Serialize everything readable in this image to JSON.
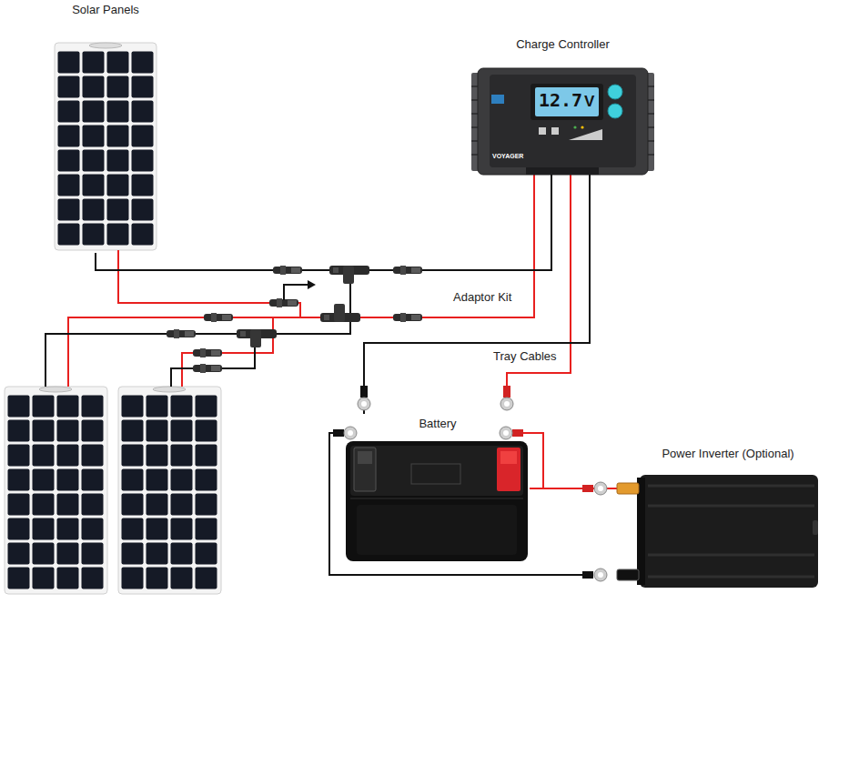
{
  "diagram": {
    "nodes": [
      {
        "text": [
          "Solar Panels"
        ]
      },
      {
        "text": [
          "Charge Controller"
        ]
      },
      {
        "text": [
          "Battery"
        ]
      },
      {
        "text": [
          "Power Inverter (Optional)"
        ]
      }
    ],
    "edges": [
      {
        "from": 0,
        "to": 1,
        "arrow": "none"
      },
      {
        "from": 1,
        "to": 2,
        "arrow": "none"
      },
      {
        "from": 2,
        "to": 3,
        "arrow": "none"
      }
    ],
    "labels": [
      "Adaptor Kit",
      "Tray Cables",
      "12.7",
      "V",
      "VOYAGER"
    ]
  }
}
